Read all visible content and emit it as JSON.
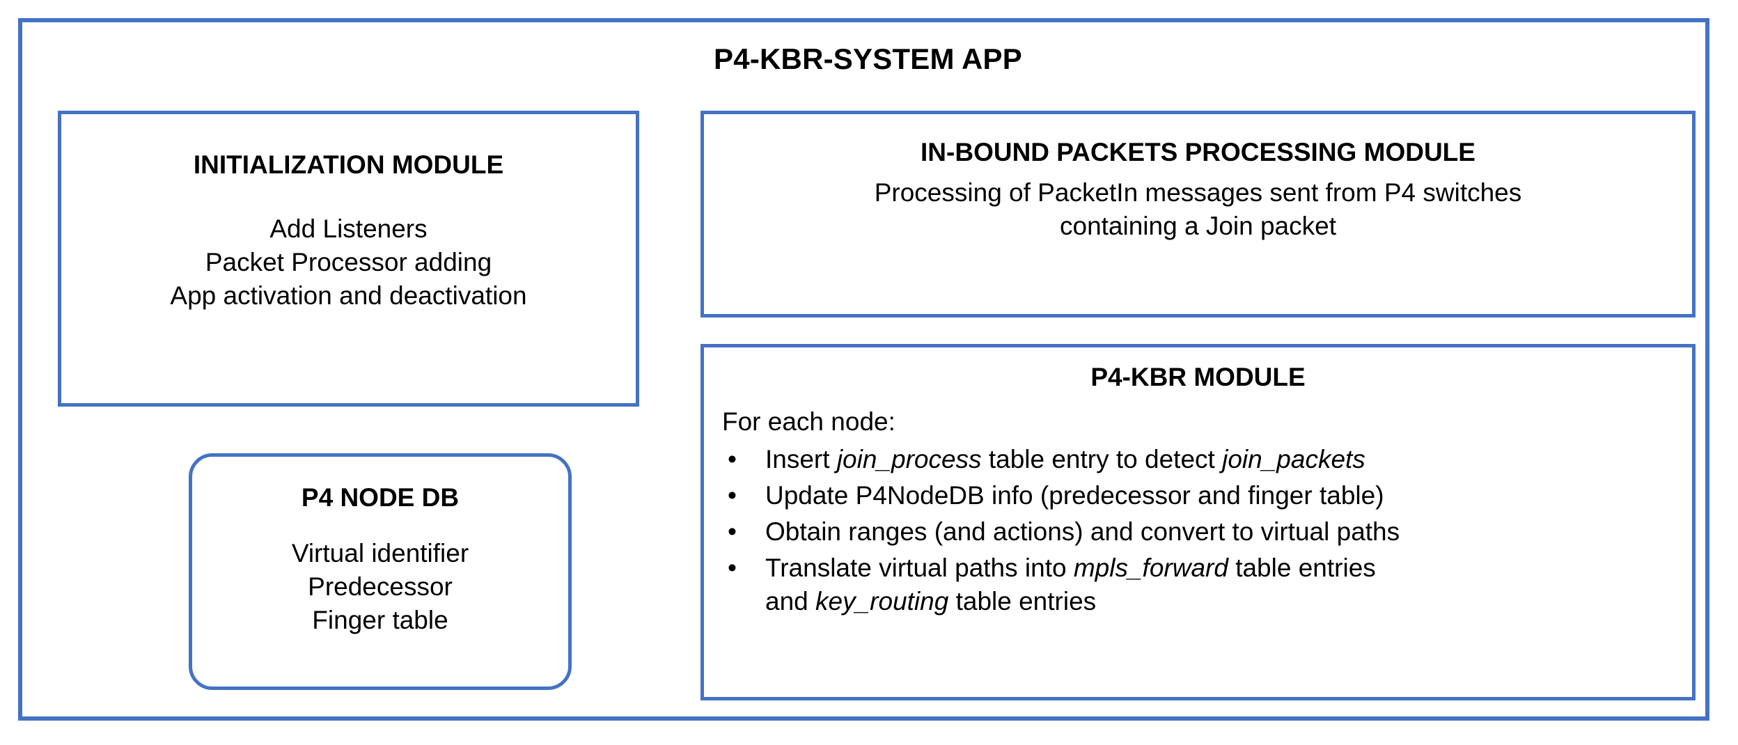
{
  "app": {
    "title": "P4-KBR-SYSTEM APP",
    "accent_color": "#4472C4",
    "background_color": "#FFFFFF",
    "text_color": "#000000"
  },
  "modules": {
    "initialization": {
      "title": "INITIALIZATION MODULE",
      "lines": [
        "Add Listeners",
        "Packet Processor adding",
        "App activation and deactivation"
      ]
    },
    "node_db": {
      "title": "P4 NODE DB",
      "shape": "rounded-rectangle",
      "lines": [
        "Virtual identifier",
        "Predecessor",
        "Finger table"
      ]
    },
    "inbound": {
      "title": "IN-BOUND PACKETS PROCESSING MODULE",
      "lines": [
        "Processing of PacketIn messages sent from P4 switches",
        "containing a Join packet"
      ]
    },
    "kbr": {
      "title": "P4-KBR MODULE",
      "intro": "For each node:",
      "bullet_marker": "•",
      "bullets": [
        {
          "parts": [
            {
              "text": "Insert ",
              "italic": false
            },
            {
              "text": "join_process",
              "italic": true
            },
            {
              "text": " table entry to detect ",
              "italic": false
            },
            {
              "text": "join_packets",
              "italic": true
            }
          ]
        },
        {
          "parts": [
            {
              "text": "Update P4NodeDB info (predecessor and finger table)",
              "italic": false
            }
          ]
        },
        {
          "parts": [
            {
              "text": "Obtain ranges (and actions) and convert to virtual paths",
              "italic": false
            }
          ]
        },
        {
          "parts": [
            {
              "text": "Translate virtual paths into ",
              "italic": false
            },
            {
              "text": "mpls_forward",
              "italic": true
            },
            {
              "text": " table entries",
              "italic": false
            },
            {
              "text": "\n",
              "italic": false
            },
            {
              "text": "and ",
              "italic": false
            },
            {
              "text": "key_routing",
              "italic": true
            },
            {
              "text": " table entries",
              "italic": false
            }
          ]
        }
      ]
    }
  }
}
